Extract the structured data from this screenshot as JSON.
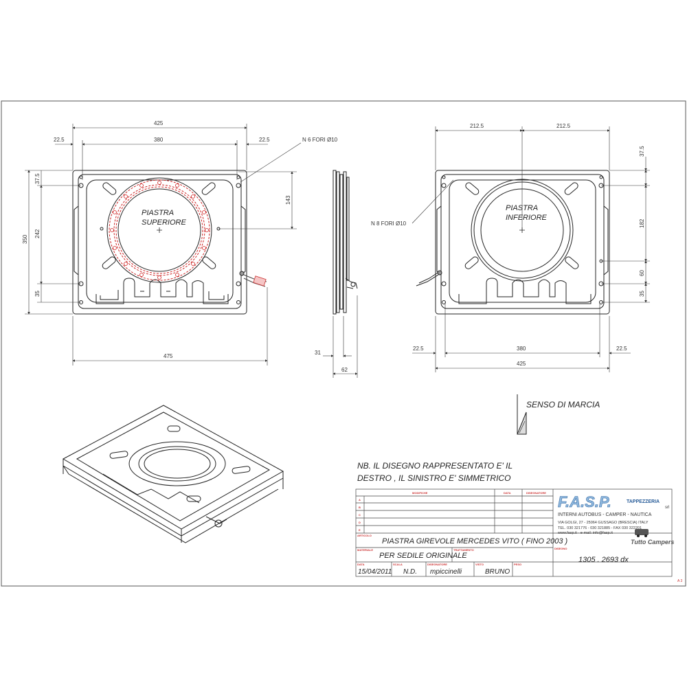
{
  "views": {
    "top_left": {
      "label_line1": "PIASTRA",
      "label_line2": "SUPERIORE",
      "holes_note": "N 6 FORI Ø10",
      "dims": {
        "overall_width": "425",
        "inner_width": "380",
        "margin_left": "22.5",
        "margin_right": "22.5",
        "bottom_width": "475",
        "height": "350",
        "inner_height": "242",
        "top_offset": "37.5",
        "bottom_offset": "35",
        "right_height": "143"
      }
    },
    "side": {
      "holes_note": "N 8 FORI Ø10",
      "dims": {
        "thickness": "31",
        "depth": "62"
      }
    },
    "top_right": {
      "label_line1": "PIASTRA",
      "label_line2": "INFERIORE",
      "dims": {
        "half_left": "212.5",
        "half_right": "212.5",
        "bottom_inner": "380",
        "bottom_overall": "425",
        "margin_left": "22.5",
        "margin_right": "22.5",
        "top_offset": "37.5",
        "height_182": "182",
        "height_60": "60",
        "bottom_offset": "35"
      }
    }
  },
  "direction_label": "SENSO DI MARCIA",
  "note": {
    "line1": "NB. IL DISEGNO RAPPRESENTATO E' IL",
    "line2": "DESTRO , IL SINISTRO E' SIMMETRICO"
  },
  "title_block": {
    "header_modifiche": "MODIFICHE",
    "header_data": "DATA",
    "header_disegnatore": "DISEGNATORE",
    "rev_letters": [
      "A",
      "B",
      "C",
      "D",
      "E"
    ],
    "label_articolo": "ARTICOLO",
    "articolo": "PIASTRA GIREVOLE MERCEDES VITO ( FINO 2003 )",
    "label_materiale": "MATERIALE",
    "materiale": "PER SEDILE ORIGINALE",
    "label_trattamento": "TRATTAMENTO",
    "label_disegno": "DISEGNO",
    "disegno": "1305 . 2693 dx",
    "label_data": "DATA",
    "data": "15/04/2011",
    "label_scala": "SCALA",
    "scala": "N.D.",
    "label_disegnatore": "DISEGNATORE",
    "disegnatore": "mpiccinelli",
    "label_visto": "VISTO",
    "visto": "BRUNO",
    "label_peso": "PESO"
  },
  "company": {
    "logo": "F.A.S.P.",
    "suffix": "TAPPEZZERIA",
    "srl": "srl",
    "line1": "INTERNI AUTOBUS - CAMPER - NAUTICA",
    "line2": "VIA GOLGI, 27 - 25064 GUSSAGO (BRESCIA) ITALY",
    "line3": "TEL. 030 321776 - 030 321885 - FAX 030 322201",
    "line4": "www.fasp.it - e-mail: info@fasp.it",
    "brand": "Tutto Campers"
  },
  "sheet_size": "A 3",
  "colors": {
    "line": "#222222",
    "hidden": "#cc2222",
    "logo": "#8fb8de"
  }
}
